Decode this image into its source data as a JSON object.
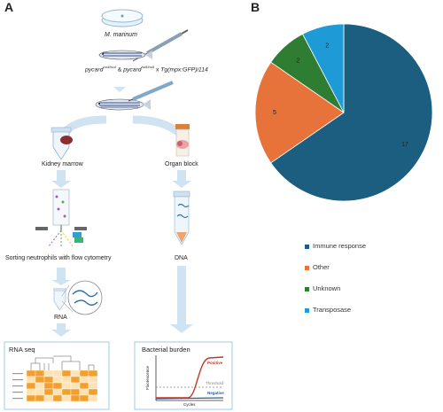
{
  "panels": {
    "a": "A",
    "b": "B"
  },
  "workflow": {
    "organism": "M. marinum",
    "cross_parts": [
      "pycard",
      "hu4/hu4",
      " & ",
      "pycard",
      "hu5/hu5",
      " x ",
      "Tg(mpx:GFP)i114"
    ],
    "left_branch": {
      "tissue": "Kidney marrow",
      "sorting": "Sorting neutrophils with flow cytometry",
      "molecule": "RNA",
      "assay": "RNA seq"
    },
    "right_branch": {
      "tissue": "Organ block",
      "molecule": "DNA",
      "assay": "Bacterial burden",
      "plot": {
        "ylabel": "Fluorescence",
        "xlabel": "Cycles",
        "positive": "Positive",
        "threshold": "Threshold",
        "negative": "Negative"
      }
    }
  },
  "chart_data": {
    "type": "pie",
    "labels": [
      "Immune response",
      "Other",
      "Unknown",
      "Transposase"
    ],
    "values": [
      17,
      5,
      2,
      2
    ],
    "colors": [
      "#1b5e7f",
      "#e8733a",
      "#2e7d32",
      "#1e9bd7"
    ],
    "legend_position": "bottom"
  },
  "colors": {
    "arrow": "#cfe3f2",
    "box_border": "#9fc8e8",
    "heat_dark": "#f0a030",
    "heat_light": "#fde2b6",
    "pos_curve": "#c0392b",
    "neg_curve": "#2d5aa0",
    "threshold": "#888888"
  }
}
